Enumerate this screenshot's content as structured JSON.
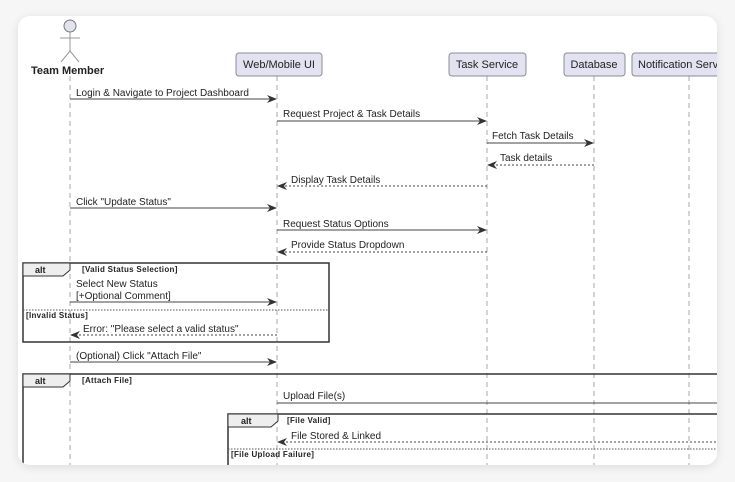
{
  "participants": {
    "team_member": "Team Member",
    "web_ui": "Web/Mobile UI",
    "task_service": "Task Service",
    "database": "Database",
    "notification": "Notification Service"
  },
  "messages": {
    "m1": "Login & Navigate to Project Dashboard",
    "m2": "Request Project & Task Details",
    "m3": "Fetch Task Details",
    "m4": "Task details",
    "m5": "Display Task Details",
    "m6": "Click \"Update Status\"",
    "m7": "Request Status Options",
    "m8": "Provide Status Dropdown",
    "m9a": "Select New Status",
    "m9b": "[+Optional Comment]",
    "m10": "Error: \"Please select a valid status\"",
    "m11": "(Optional) Click \"Attach File\"",
    "m12": "Upload File(s)",
    "m13": "File Stored & Linked"
  },
  "fragments": {
    "alt_label": "alt",
    "status_guard": "[Valid Status Selection]",
    "status_else": "[Invalid Status]",
    "attach_guard": "[Attach File]",
    "file_guard": "[File Valid]",
    "file_else": "[File Upload Failure]"
  },
  "colors": {
    "participant_fill": "#e2e2f0",
    "participant_stroke": "#8b8b9b",
    "line": "#444444"
  }
}
